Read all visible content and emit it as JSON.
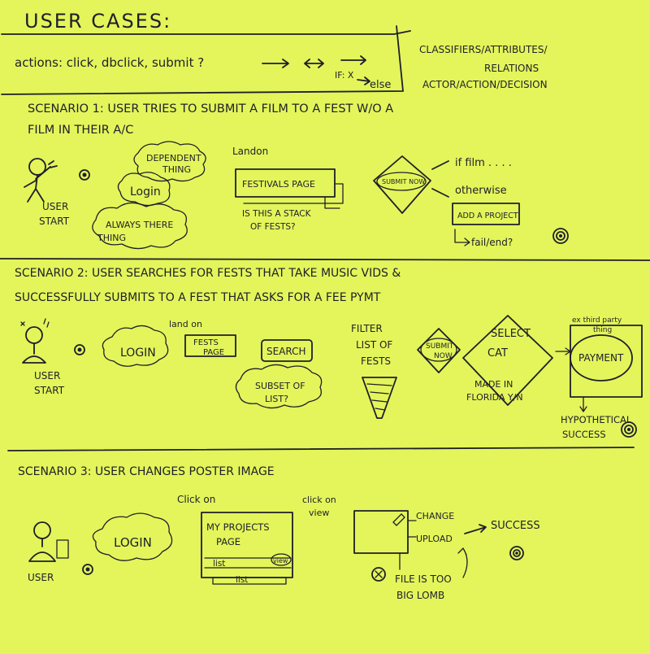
{
  "page": {
    "title": "USER CASES:",
    "actions_line": "actions: click, dbclick, submit ?",
    "if_x": "IF: X",
    "else": "else",
    "classifiers_line1": "CLASSIFIERS/ATTRIBUTES/",
    "classifiers_line2": "RELATIONS",
    "classifiers_line3": "ACTOR/ACTION/DECISION"
  },
  "scenario1": {
    "heading_line1": "SCENARIO 1: USER TRIES TO SUBMIT A FILM TO A FEST W/O A",
    "heading_line2": "FILM IN THEIR A/C",
    "user_start": [
      "USER",
      "START"
    ],
    "dependent_thing": [
      "DEPENDENT",
      "THING"
    ],
    "login": "Login",
    "always_there": [
      "ALWAYS THERE",
      "THING"
    ],
    "landon": "Landon",
    "festivals_page": "FESTIVALS PAGE",
    "stack_question": [
      "IS THIS A STACK",
      "OF FESTS?"
    ],
    "submit_decision": "SUBMIT NOW",
    "if_film": "if film . . . .",
    "otherwise": "otherwise",
    "add_project": "ADD A PROJECT",
    "fail_end": "fail/end?"
  },
  "scenario2": {
    "heading_line1": "SCENARIO 2: USER SEARCHES FOR FESTS THAT TAKE MUSIC VIDS &",
    "heading_line2": "SUCCESSFULLY SUBMITS TO A FEST THAT ASKS FOR A FEE PYMT",
    "user_start": [
      "USER",
      "START"
    ],
    "login": "LOGIN",
    "land_on": "land on",
    "fests_page": [
      "FESTS",
      "PAGE"
    ],
    "search": "SEARCH",
    "subset": [
      "SUBSET OF",
      "LIST?"
    ],
    "filter": [
      "FILTER",
      "LIST OF",
      "FESTS"
    ],
    "submit_decision": [
      "SUBMIT",
      "NOW"
    ],
    "select_cat": [
      "SELECT",
      "CAT"
    ],
    "made_in_florida": [
      "MADE IN",
      "FLORIDA Y/N"
    ],
    "third_party": [
      "ex third party",
      "thing"
    ],
    "payment": "PAYMENT",
    "success": [
      "HYPOTHETICAL",
      "SUCCESS"
    ]
  },
  "scenario3": {
    "heading": "SCENARIO 3: USER CHANGES POSTER IMAGE",
    "user": "USER",
    "login": "LOGIN",
    "click_on": "Click on",
    "my_projects": [
      "MY PROJECTS",
      "PAGE"
    ],
    "list_items": [
      "list",
      "list"
    ],
    "view": "view",
    "click_on_view": [
      "click on",
      "view"
    ],
    "change": "CHANGE",
    "upload": "UPLOAD",
    "success": "SUCCESS",
    "file_too_big": [
      "FILE IS TOO",
      "BIG LOMB"
    ]
  }
}
